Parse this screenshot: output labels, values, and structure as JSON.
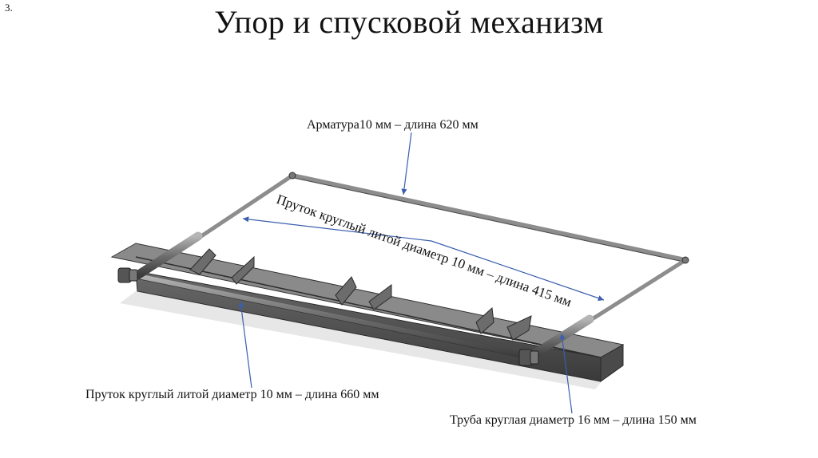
{
  "slide": {
    "number": "3.",
    "title": "Упор и спусковой механизм"
  },
  "labels": {
    "top": "Арматура10 мм – длина 620 мм",
    "diagonal": "Пруток круглый литой диаметр 10 мм – длина 415 мм",
    "bottom_left": "Пруток круглый литой диаметр 10 мм – длина 660 мм",
    "bottom_right": "Труба круглая диаметр 16 мм – длина 150 мм"
  },
  "colors": {
    "arrow": "#3b5fae",
    "metal_dark": "#3a3a3a",
    "metal_mid": "#5e5e5e",
    "metal_light": "#9a9a9a"
  }
}
